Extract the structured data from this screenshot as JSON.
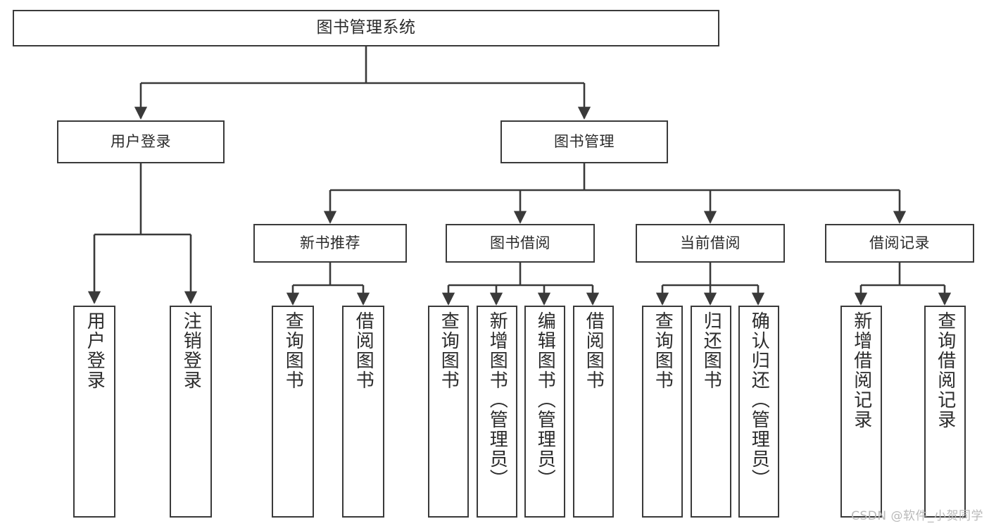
{
  "diagram": {
    "type": "tree-hierarchy-chart",
    "title": "图书管理系统",
    "line_color": "#3a3a3a",
    "box_fill": "#ffffff",
    "text_color": "#2b2b2b"
  },
  "root": {
    "label": "图书管理系统"
  },
  "level2": [
    {
      "label": "用户登录"
    },
    {
      "label": "图书管理"
    }
  ],
  "level3": [
    {
      "label": "新书推荐"
    },
    {
      "label": "图书借阅"
    },
    {
      "label": "当前借阅"
    },
    {
      "label": "借阅记录"
    }
  ],
  "leaves": {
    "user_login": [
      {
        "label": "用户登录"
      },
      {
        "label": "注销登录"
      }
    ],
    "new_book": [
      {
        "label": "查询图书"
      },
      {
        "label": "借阅图书"
      }
    ],
    "book_borrow": [
      {
        "label": "查询图书"
      },
      {
        "label": "新增图书（管理员）"
      },
      {
        "label": "编辑图书（管理员）"
      },
      {
        "label": "借阅图书"
      }
    ],
    "current_borrow": [
      {
        "label": "查询图书"
      },
      {
        "label": "归还图书"
      },
      {
        "label": "确认归还（管理员）"
      }
    ],
    "borrow_record": [
      {
        "label": "新增借阅记录"
      },
      {
        "label": "查询借阅记录"
      }
    ]
  },
  "watermark": {
    "text": "CSDN @软件_小贺同学"
  }
}
